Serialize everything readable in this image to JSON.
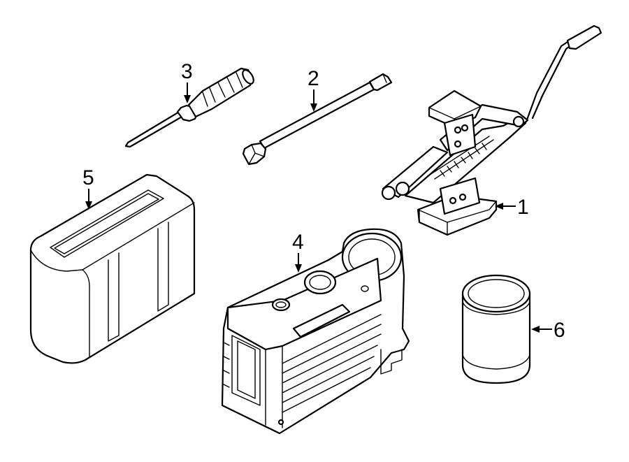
{
  "callouts": {
    "c1": "1",
    "c2": "2",
    "c3": "3",
    "c4": "4",
    "c5": "5",
    "c6": "6"
  },
  "parts": [
    {
      "id": 1,
      "icon": "scissor-jack-icon"
    },
    {
      "id": 2,
      "icon": "jack-handle-extension-icon"
    },
    {
      "id": 3,
      "icon": "screwdriver-icon"
    },
    {
      "id": 4,
      "icon": "tire-inflator-compressor-icon"
    },
    {
      "id": 5,
      "icon": "storage-case-icon"
    },
    {
      "id": 6,
      "icon": "sealant-canister-icon"
    }
  ]
}
